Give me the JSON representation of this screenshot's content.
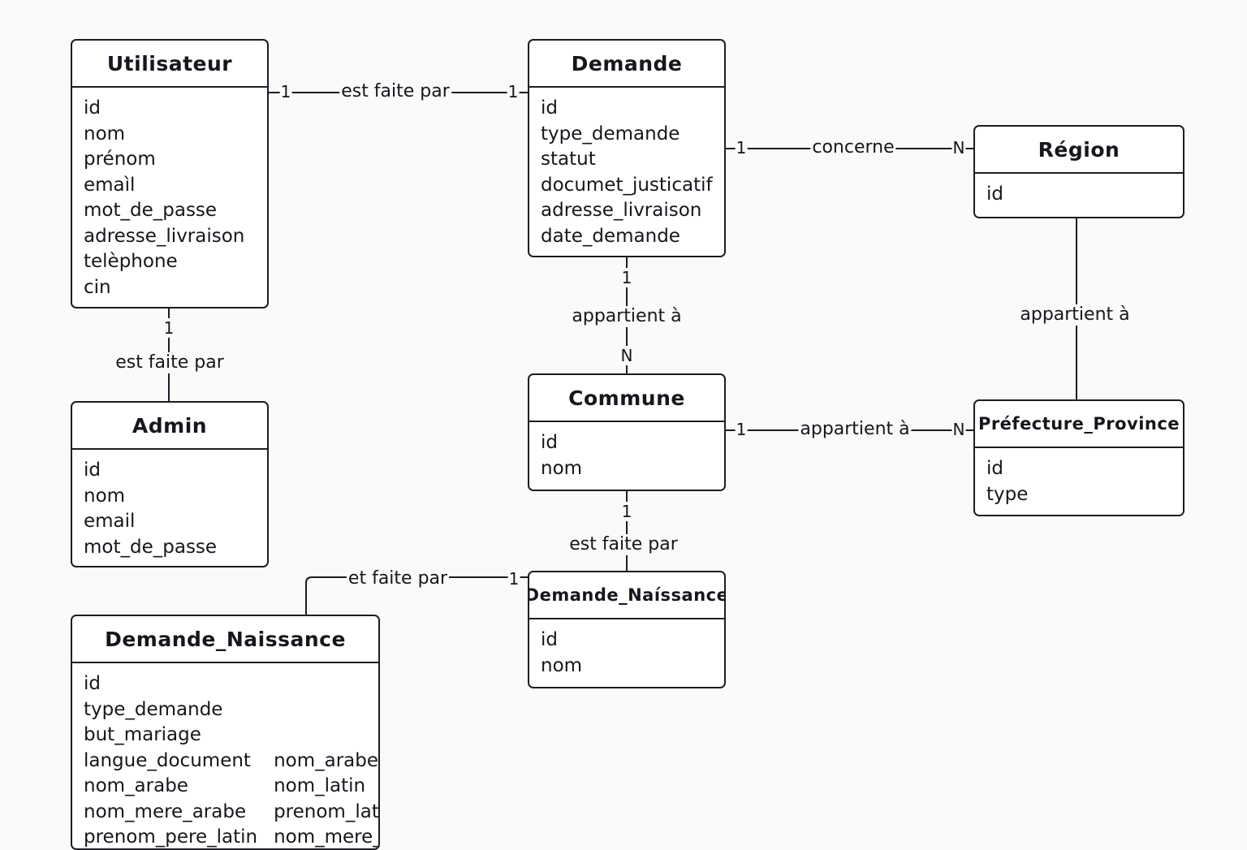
{
  "entities": {
    "utilisateur": {
      "title": "Utilisateur",
      "attrs": [
        "id",
        "nom",
        "prénom",
        "emaìl",
        "mot_de_passe",
        "adresse_livraison",
        "telèphone",
        "cin"
      ]
    },
    "admin": {
      "title": "Admin",
      "attrs": [
        "id",
        "nom",
        "email",
        "mot_de_passe"
      ]
    },
    "demande": {
      "title": "Demande",
      "attrs": [
        "id",
        "type_demande",
        "statut",
        "documet_justicatif",
        "adresse_livraison",
        "date_demande"
      ]
    },
    "region": {
      "title": "Région",
      "attrs": [
        "id"
      ]
    },
    "commune": {
      "title": "Commune",
      "attrs": [
        "id",
        "nom"
      ]
    },
    "prefecture": {
      "title": "Préfecture_Province",
      "attrs": [
        "id",
        "type"
      ]
    },
    "demande_naissance_small": {
      "title": "Demande_Naíssance",
      "attrs": [
        "id",
        "nom"
      ]
    },
    "demande_naissance_large": {
      "title": "Demande_Naissance",
      "col1": [
        "id",
        "type_demande",
        "but_mariage",
        "langue_document",
        "nom_arabe",
        "nom_mere_arabe",
        "prenom_pere_latin"
      ],
      "col2": [
        "nom_arabe",
        "nom_latin",
        "prenom_latin",
        "nom_mere_latin"
      ]
    }
  },
  "relations": {
    "utilisateur_demande": {
      "label": "est faite par",
      "card_a": "1",
      "card_b": "1"
    },
    "utilisateur_admin": {
      "label": "est faite par",
      "card_a": "1"
    },
    "demande_region": {
      "label": "concerne",
      "card_a": "1",
      "card_b": "N"
    },
    "demande_commune": {
      "label": "appartient à",
      "card_a": "1",
      "card_b": "N"
    },
    "region_prefecture": {
      "label": "appartient à"
    },
    "commune_prefecture": {
      "label": "appartient à",
      "card_a": "1",
      "card_b": "N"
    },
    "commune_naissance": {
      "label": "est faite par",
      "card_a": "1"
    },
    "naissance_naissance": {
      "label": "et faite par",
      "card_a": "1"
    }
  }
}
